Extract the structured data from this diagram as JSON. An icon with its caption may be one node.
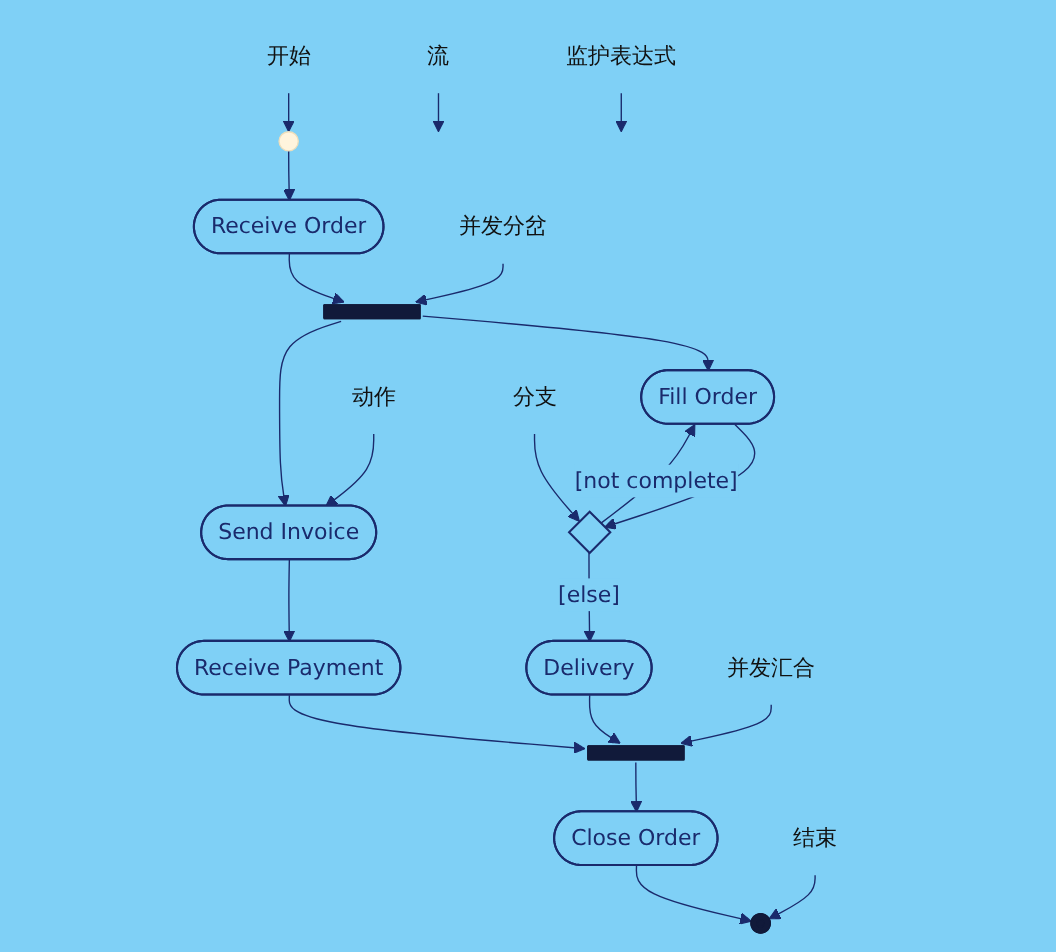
{
  "diagram": {
    "nodes": [
      {
        "text": [],
        "shape": "circle"
      },
      {
        "text": [
          "开始"
        ]
      },
      {
        "text": [
          "Receive Order"
        ]
      },
      {
        "text": [],
        "shape": "bar"
      },
      {
        "text": [
          "流"
        ]
      },
      {
        "text": [
          "并发分岔"
        ]
      },
      {
        "text": [
          "Fill Order"
        ]
      },
      {
        "text": [
          "Send Invoice"
        ]
      },
      {
        "text": [
          "动作"
        ]
      },
      {
        "text": [],
        "shape": "diamond"
      },
      {
        "text": [
          "分支"
        ]
      },
      {
        "text": [
          "Delivery"
        ]
      },
      {
        "text": [
          "Receive Payment"
        ]
      },
      {
        "text": [],
        "shape": "bar"
      },
      {
        "text": [
          "并发汇合"
        ]
      },
      {
        "text": [
          "Close Order"
        ]
      },
      {
        "text": [],
        "shape": "circle"
      },
      {
        "text": [
          "结束"
        ]
      },
      {
        "text": [
          "监护表达式"
        ]
      }
    ],
    "edges": [
      {
        "from": 0,
        "to": 2,
        "arrow": "to"
      },
      {
        "from": 2,
        "to": 3,
        "arrow": "to"
      },
      {
        "from": 3,
        "to": 6,
        "arrow": "to"
      },
      {
        "from": 3,
        "to": 7,
        "arrow": "to"
      },
      {
        "from": 6,
        "to": 9,
        "arrow": "to"
      },
      {
        "from": 9,
        "to": 6,
        "arrow": "to",
        "label": "[not complete]"
      },
      {
        "from": 9,
        "to": 11,
        "arrow": "to",
        "label": "[else]"
      },
      {
        "from": 7,
        "to": 12,
        "arrow": "to"
      },
      {
        "from": 11,
        "to": 13,
        "arrow": "to"
      },
      {
        "from": 12,
        "to": 13,
        "arrow": "to"
      },
      {
        "from": 13,
        "to": 15,
        "arrow": "to"
      },
      {
        "from": 15,
        "to": 16,
        "arrow": "to"
      },
      {
        "from": 1,
        "to": 0,
        "arrow": "to"
      },
      {
        "from": 4,
        "to": null,
        "arrow": "to"
      },
      {
        "from": 5,
        "to": 3,
        "arrow": "to"
      },
      {
        "from": 8,
        "to": 7,
        "arrow": "to"
      },
      {
        "from": 10,
        "to": 9,
        "arrow": "to"
      },
      {
        "from": 14,
        "to": 13,
        "arrow": "to"
      },
      {
        "from": 17,
        "to": 16,
        "arrow": "to"
      },
      {
        "from": 18,
        "to": null,
        "arrow": "to"
      }
    ]
  }
}
